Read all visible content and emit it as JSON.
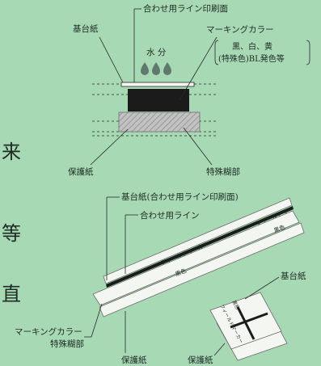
{
  "side_chars": [
    "来",
    "等",
    "直"
  ],
  "upper": {
    "label_print_line": "合わせ用ライン印刷面",
    "label_base_paper": "基台紙",
    "label_marking_color": "マーキングカラー",
    "marking_colors_line1": "黒、白、黄",
    "marking_colors_line2": "(特殊色)BL発色等",
    "label_water": "水 分",
    "label_protective_paper": "保護紙",
    "label_special_adhesive": "特殊糊部"
  },
  "lower": {
    "label_base_paper_full": "基台紙(合わせ用ライン印刷面)",
    "label_alignment_line": "合わせ用ライン",
    "label_base_paper": "基台紙",
    "label_marking_color": "マーキングカラー",
    "label_special_adhesive": "特殊糊部",
    "label_protective_paper_1": "保護紙",
    "label_protective_paper_2": "保護紙",
    "strip_text_top": "フィールドマーカー",
    "strip_text_top_2": "フィールドマ",
    "strip_text_mid": "黒色",
    "strip_text_mid_2": "黒色",
    "card_text_1": "フィールドマーカー",
    "card_text_2": "黒色"
  },
  "colors": {
    "background": "#a7d9b4",
    "marking_black": "#1b1b1b",
    "adhesive_gray": "#b5b5b5",
    "paper_white": "#f4f6f2",
    "water_drop": "#5f7a6c"
  }
}
